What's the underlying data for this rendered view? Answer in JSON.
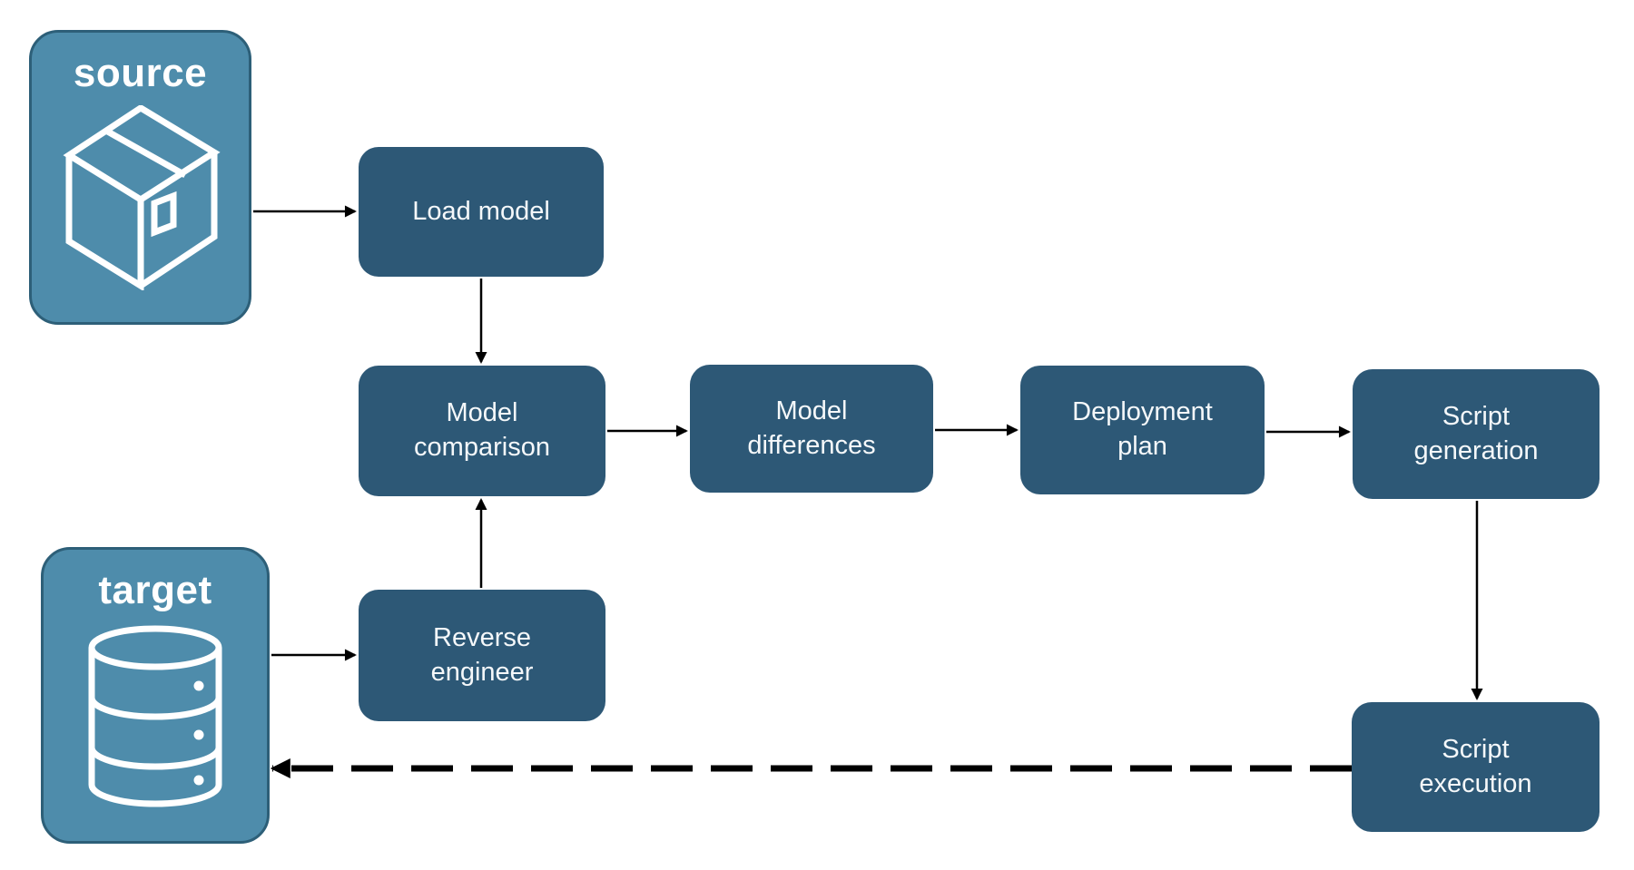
{
  "colors": {
    "process_fill": "#2D5876",
    "endpoint_fill": "#4E8CAB",
    "endpoint_border": "#2D5F78",
    "label_text": "#F5F8FA",
    "arrow": "#000000",
    "page_bg": "#FFFFFF"
  },
  "endpoints": [
    {
      "label": "source",
      "icon": "package-icon"
    },
    {
      "label": "target",
      "icon": "database-icon"
    }
  ],
  "nodes": [
    {
      "label": "Load model"
    },
    {
      "label": "Model comparison"
    },
    {
      "label": "Model differences"
    },
    {
      "label": "Deployment plan"
    },
    {
      "label": "Script generation"
    },
    {
      "label": "Reverse engineer"
    },
    {
      "label": "Script execution"
    }
  ],
  "edges": [
    {
      "from": "source",
      "to": "Load model",
      "style": "solid"
    },
    {
      "from": "Load model",
      "to": "Model comparison",
      "style": "solid"
    },
    {
      "from": "target",
      "to": "Reverse engineer",
      "style": "solid"
    },
    {
      "from": "Reverse engineer",
      "to": "Model comparison",
      "style": "solid"
    },
    {
      "from": "Model comparison",
      "to": "Model differences",
      "style": "solid"
    },
    {
      "from": "Model differences",
      "to": "Deployment plan",
      "style": "solid"
    },
    {
      "from": "Deployment plan",
      "to": "Script generation",
      "style": "solid"
    },
    {
      "from": "Script generation",
      "to": "Script execution",
      "style": "solid"
    },
    {
      "from": "Script execution",
      "to": "target",
      "style": "dashed"
    }
  ]
}
